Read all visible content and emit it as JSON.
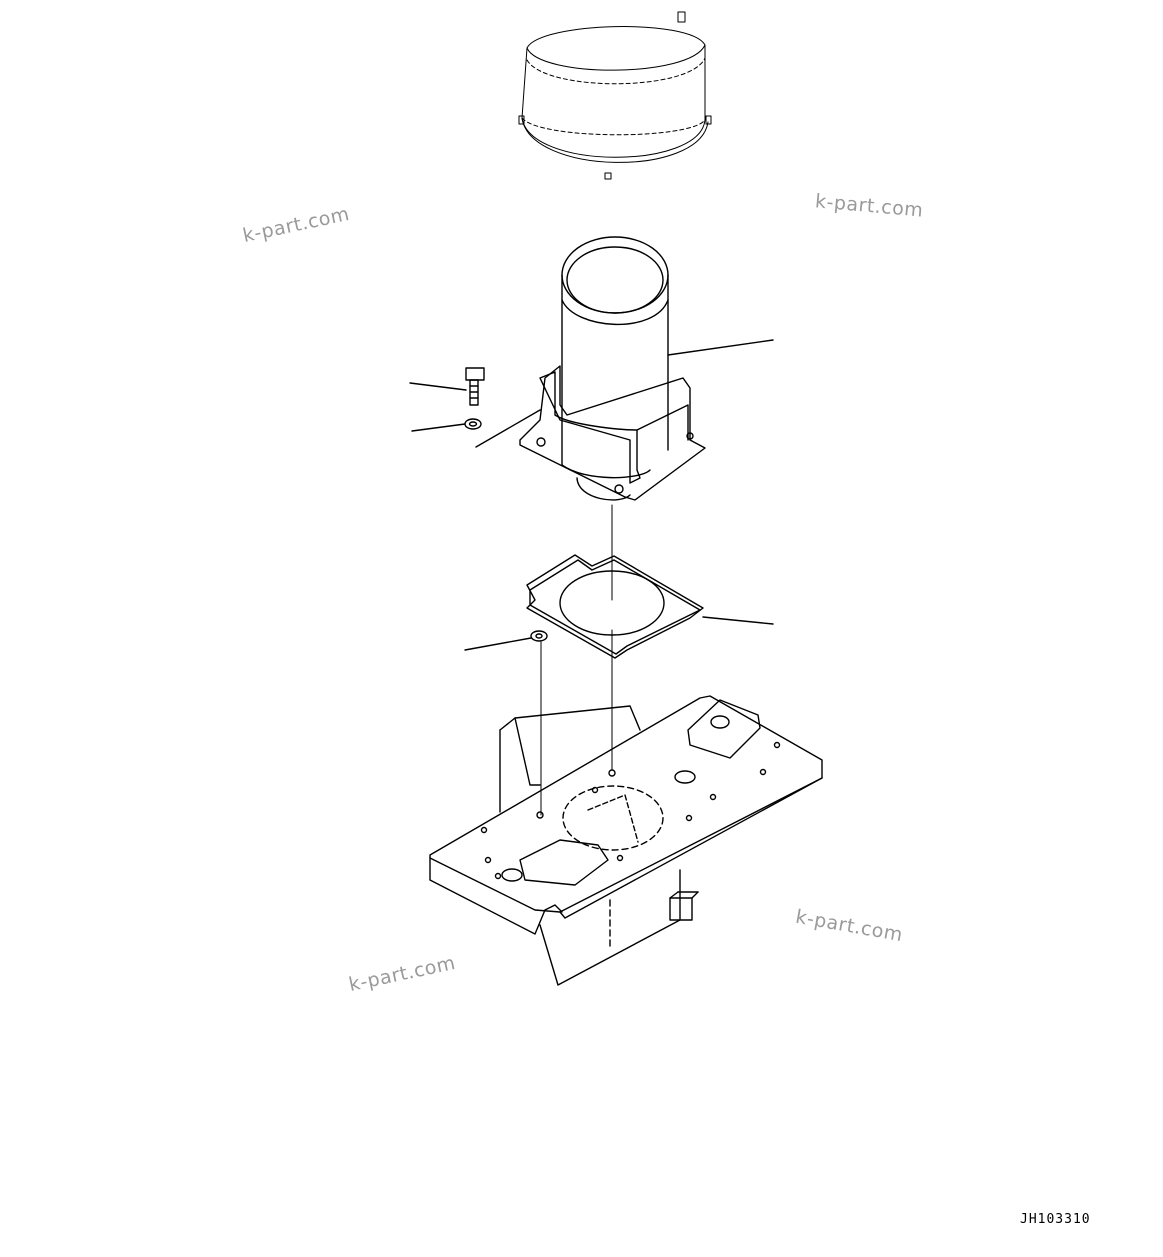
{
  "watermarks": [
    "k-part.com",
    "k-part.com",
    "k-part.com",
    "k-part.com"
  ],
  "drawing_code": "JH103310"
}
